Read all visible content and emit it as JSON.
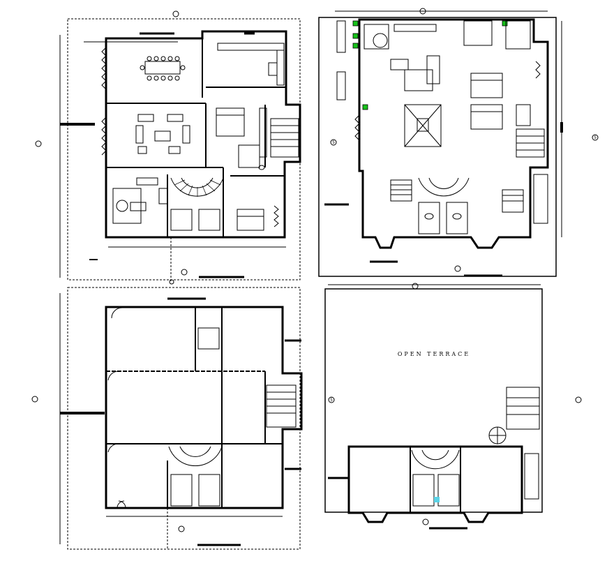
{
  "drawing": {
    "terrace_label": "OPEN TERRACE",
    "grid_marks": [
      "5",
      "5",
      "5"
    ],
    "colors": {
      "line": "#000000",
      "plant": "#17c21a",
      "accent": "#5bd3e6",
      "paper": "#ffffff"
    }
  }
}
